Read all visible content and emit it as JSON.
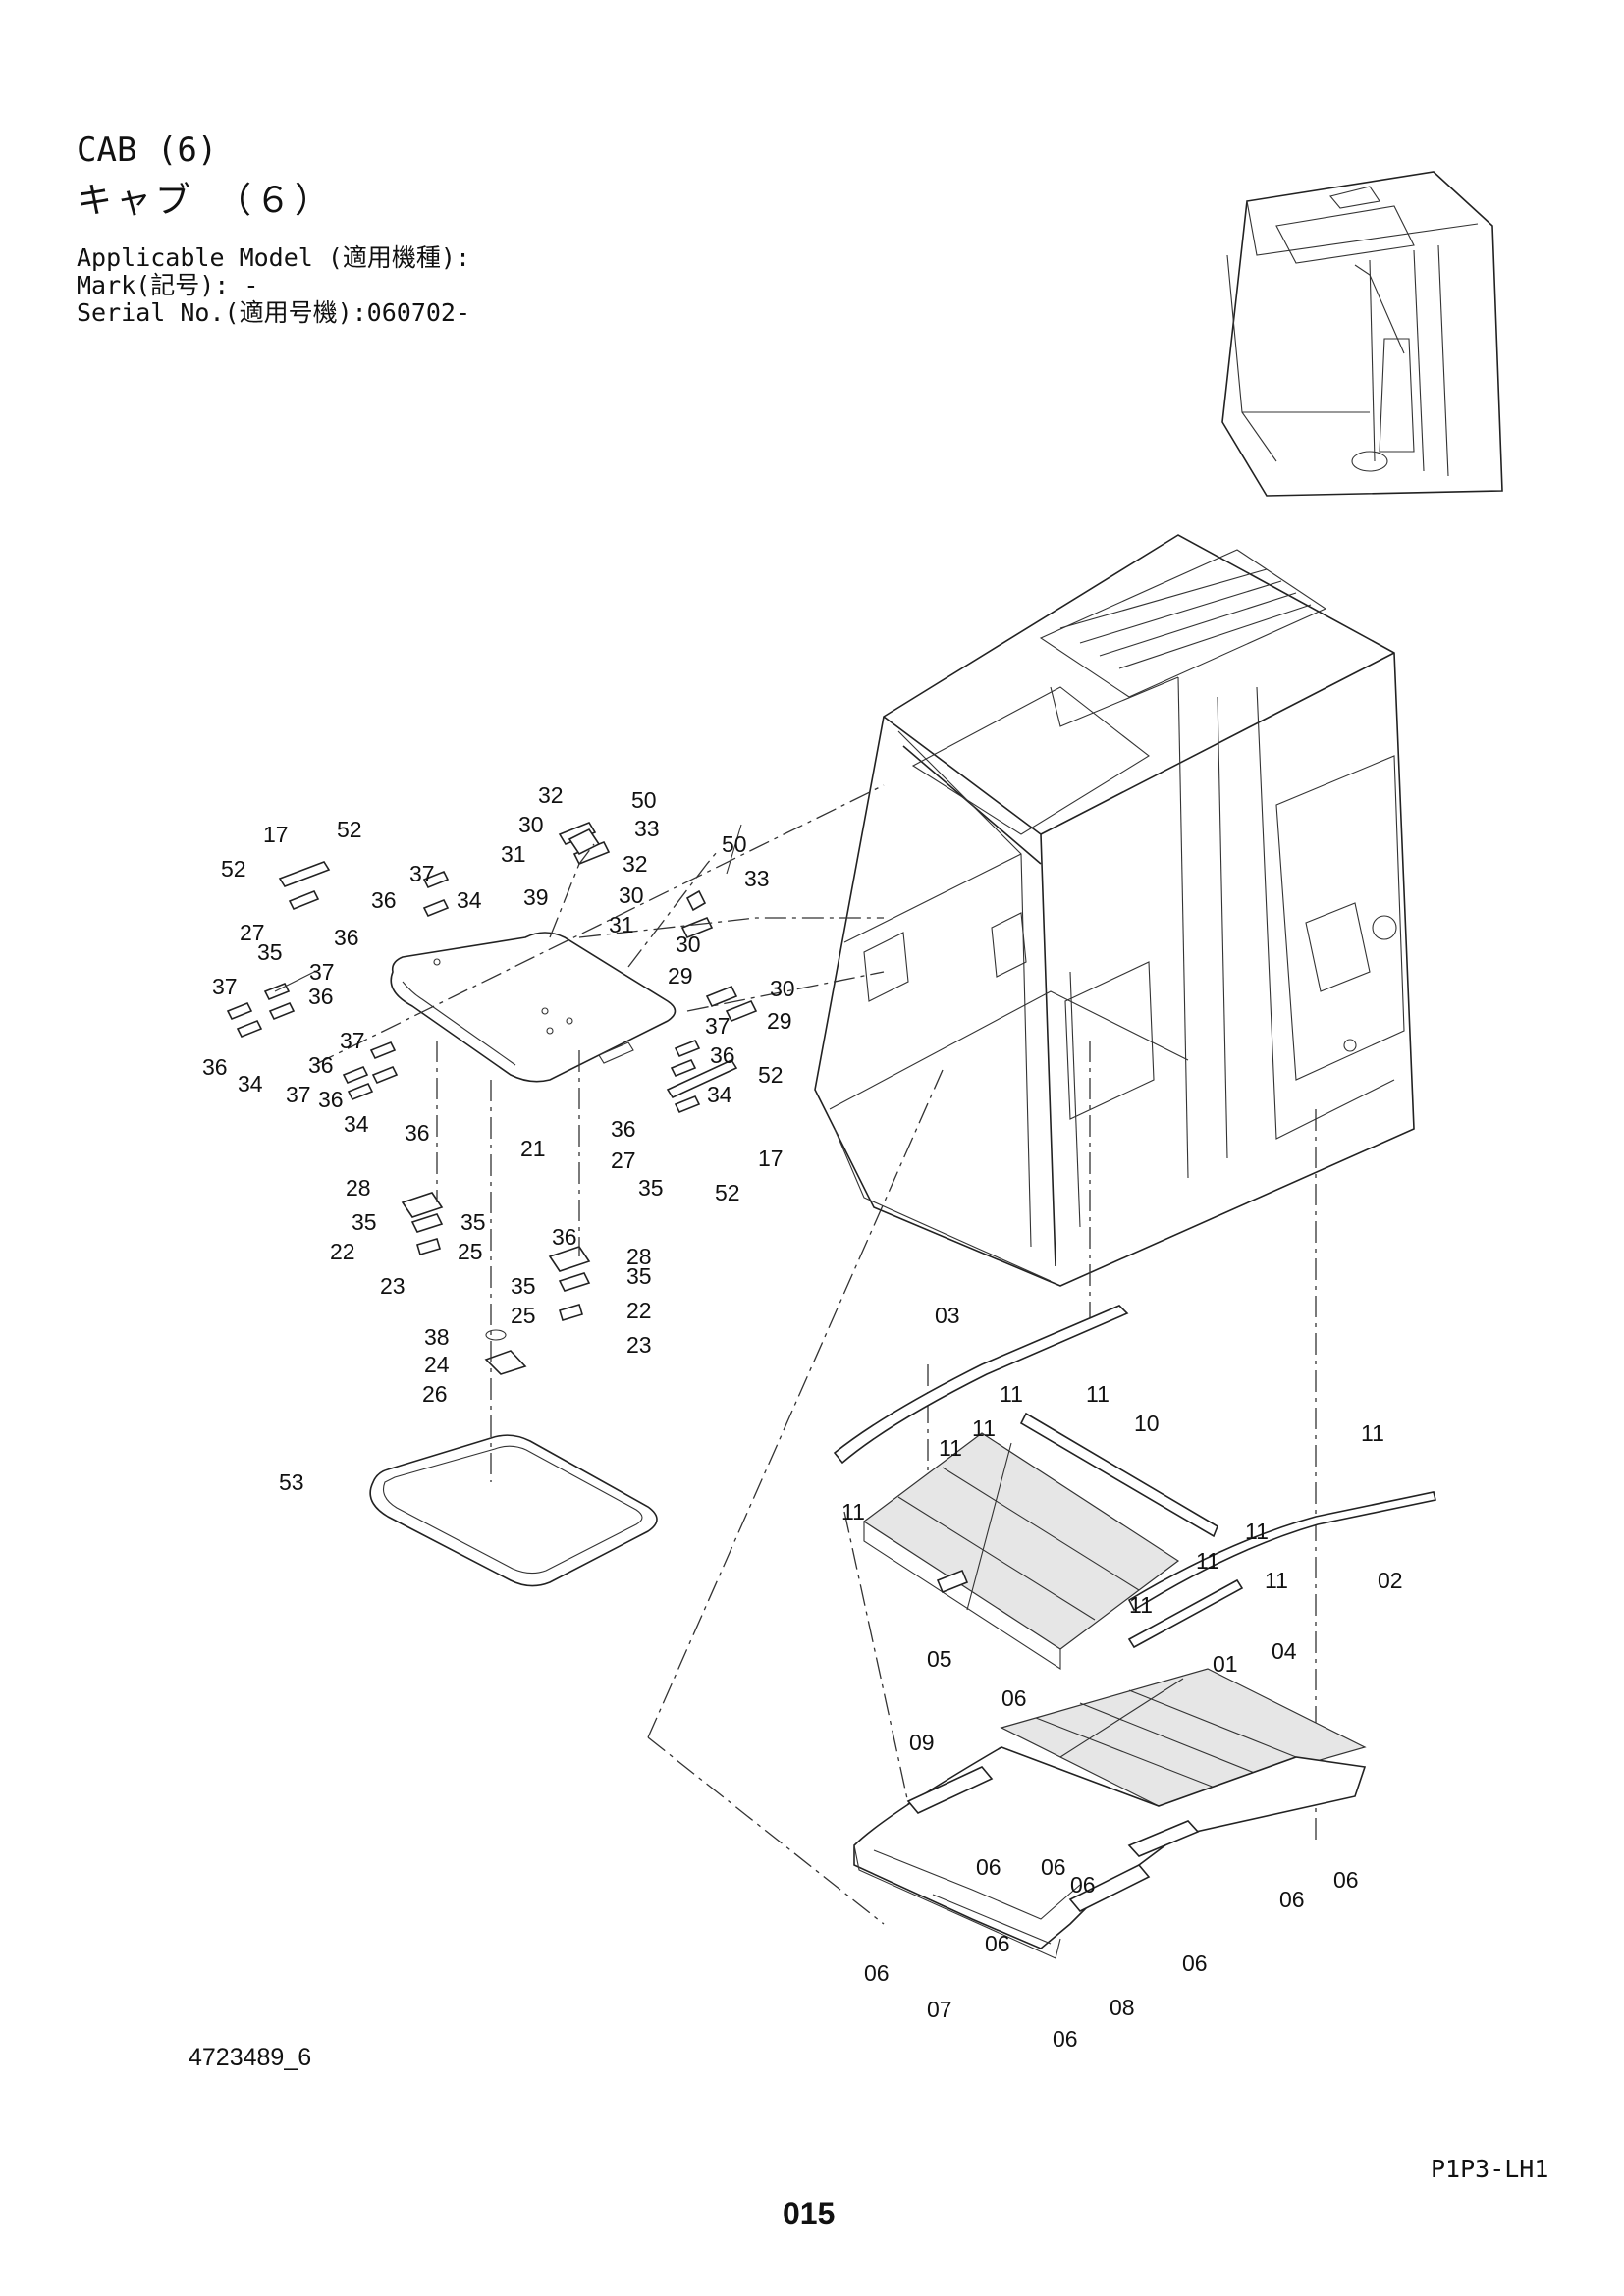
{
  "header": {
    "title_en": "CAB (6)",
    "title_jp": "キャブ　（６）",
    "applicable_model": "Applicable Model (適用機種):",
    "mark": "Mark(記号): -",
    "serial_no": "Serial No.(適用号機):060702-"
  },
  "footer": {
    "drawing_number": "4723489_6",
    "page_code": "P1P3-LH1",
    "page_number": "015"
  },
  "callouts": [
    {
      "n": "32"
    },
    {
      "n": "50"
    },
    {
      "n": "30"
    },
    {
      "n": "33"
    },
    {
      "n": "31"
    },
    {
      "n": "32"
    },
    {
      "n": "50"
    },
    {
      "n": "33"
    },
    {
      "n": "30"
    },
    {
      "n": "31"
    },
    {
      "n": "30"
    },
    {
      "n": "29"
    },
    {
      "n": "30"
    },
    {
      "n": "29"
    },
    {
      "n": "17"
    },
    {
      "n": "52"
    },
    {
      "n": "52"
    },
    {
      "n": "27"
    },
    {
      "n": "36"
    },
    {
      "n": "35"
    },
    {
      "n": "37"
    },
    {
      "n": "36"
    },
    {
      "n": "34"
    },
    {
      "n": "39"
    },
    {
      "n": "37"
    },
    {
      "n": "36"
    },
    {
      "n": "37"
    },
    {
      "n": "36"
    },
    {
      "n": "34"
    },
    {
      "n": "37"
    },
    {
      "n": "36"
    },
    {
      "n": "37"
    },
    {
      "n": "36"
    },
    {
      "n": "34"
    },
    {
      "n": "37"
    },
    {
      "n": "36"
    },
    {
      "n": "34"
    },
    {
      "n": "52"
    },
    {
      "n": "36"
    },
    {
      "n": "27"
    },
    {
      "n": "35"
    },
    {
      "n": "52"
    },
    {
      "n": "17"
    },
    {
      "n": "21"
    },
    {
      "n": "36"
    },
    {
      "n": "28"
    },
    {
      "n": "35"
    },
    {
      "n": "35"
    },
    {
      "n": "22"
    },
    {
      "n": "25"
    },
    {
      "n": "23"
    },
    {
      "n": "36"
    },
    {
      "n": "28"
    },
    {
      "n": "35"
    },
    {
      "n": "35"
    },
    {
      "n": "22"
    },
    {
      "n": "25"
    },
    {
      "n": "23"
    },
    {
      "n": "38"
    },
    {
      "n": "24"
    },
    {
      "n": "26"
    },
    {
      "n": "53"
    },
    {
      "n": "03"
    },
    {
      "n": "11"
    },
    {
      "n": "11"
    },
    {
      "n": "11"
    },
    {
      "n": "11"
    },
    {
      "n": "11"
    },
    {
      "n": "10"
    },
    {
      "n": "11"
    },
    {
      "n": "11"
    },
    {
      "n": "11"
    },
    {
      "n": "11"
    },
    {
      "n": "11"
    },
    {
      "n": "02"
    },
    {
      "n": "05"
    },
    {
      "n": "01"
    },
    {
      "n": "04"
    },
    {
      "n": "06"
    },
    {
      "n": "09"
    },
    {
      "n": "06"
    },
    {
      "n": "06"
    },
    {
      "n": "06"
    },
    {
      "n": "06"
    },
    {
      "n": "06"
    },
    {
      "n": "06"
    },
    {
      "n": "06"
    },
    {
      "n": "07"
    },
    {
      "n": "08"
    },
    {
      "n": "06"
    },
    {
      "n": "06"
    }
  ]
}
